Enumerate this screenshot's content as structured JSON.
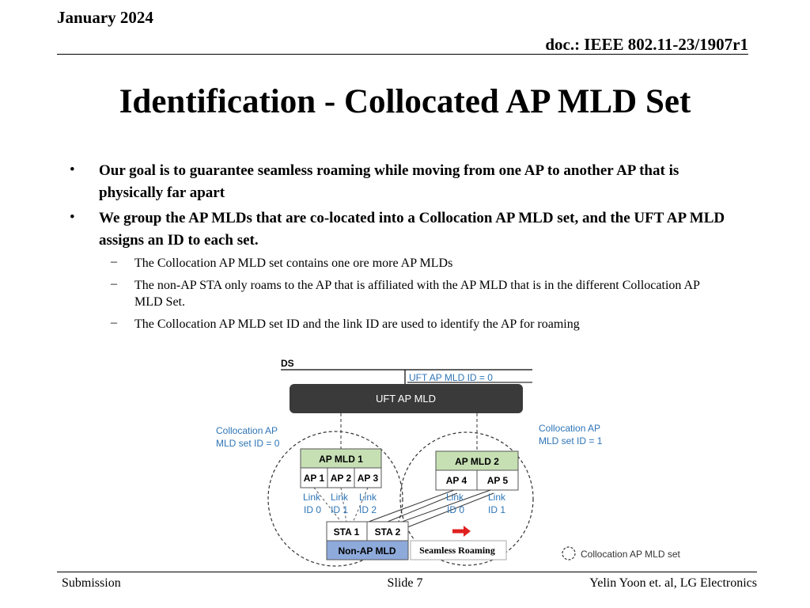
{
  "header": {
    "date": "January 2024",
    "doc": "doc.: IEEE 802.11-23/1907r1"
  },
  "title": "Identification - Collocated AP MLD Set",
  "bullets": [
    "Our goal is to guarantee seamless roaming while moving from one AP to another AP that is physically far apart",
    "We group the AP MLDs that are co-located into a Collocation AP MLD set, and the UFT AP MLD assigns an ID to each set."
  ],
  "sub_bullets": [
    "The Collocation AP MLD set contains one ore more AP MLDs",
    "The non-AP STA only roams to the AP that is affiliated with the AP MLD that is in the different Collocation AP MLD Set.",
    "The Collocation AP MLD set ID and the link ID are used to identify the AP for roaming"
  ],
  "diagram": {
    "ds": "DS",
    "uft_id": "UFT AP MLD ID = 0",
    "uft": "UFT AP MLD",
    "set0_line1": "Collocation AP",
    "set0_line2": "MLD set ID = 0",
    "set1_line1": "Collocation AP",
    "set1_line2": "MLD set ID = 1",
    "apmld1": "AP MLD 1",
    "apmld2": "AP MLD 2",
    "ap1": "AP 1",
    "ap2": "AP 2",
    "ap3": "AP 3",
    "ap4": "AP 4",
    "ap5": "AP 5",
    "link": "Link",
    "id0": "ID 0",
    "id1": "ID 1",
    "id2": "ID 2",
    "sta1": "STA 1",
    "sta2": "STA 2",
    "nonap": "Non-AP MLD",
    "roaming": "Seamless Roaming",
    "legend": "Collocation AP MLD set",
    "colors": {
      "green": "#c6e0b4",
      "blue": "#8eaadb",
      "dark": "#3a3a3a",
      "teal": "#2e75b6"
    }
  },
  "footer": {
    "left": "Submission",
    "center": "Slide 7",
    "right": "Yelin Yoon et. al, LG Electronics"
  }
}
